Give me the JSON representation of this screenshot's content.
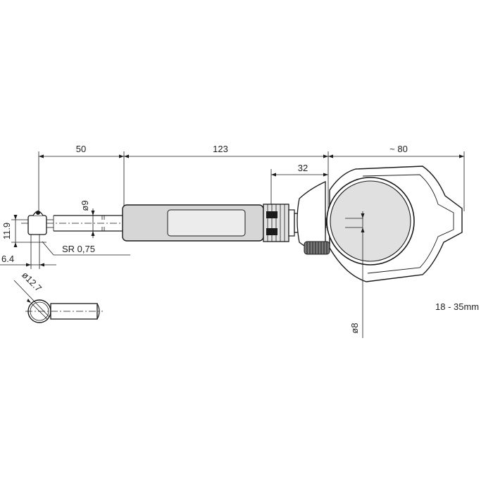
{
  "dimensions": {
    "len_50": "50",
    "len_123": "123",
    "len_80": "~ 80",
    "len_32": "32",
    "dia_9": "ø9",
    "height_11_9": "11.9",
    "width_6_4": "6.4",
    "radius": "SR 0,75",
    "dia_12_7": "ø12.7",
    "dia_8": "ø8"
  },
  "range_label": "18 - 35mm",
  "colors": {
    "line": "#1a1a1a",
    "handle": "#d6d6d6",
    "knurl": "#555555"
  }
}
